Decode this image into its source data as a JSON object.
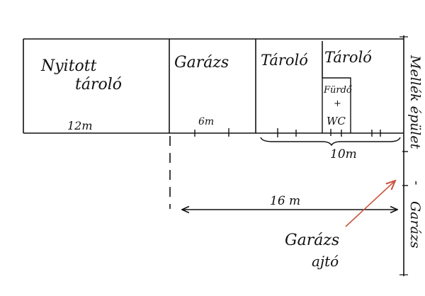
{
  "colors": {
    "ink": "#111111",
    "arrow": "#c8553d",
    "paper": "#ffffff"
  },
  "rooms": {
    "open_storage": {
      "line1": "Nyitott",
      "line2": "tároló",
      "width": "12m"
    },
    "garage": {
      "label": "Garázs",
      "width": "6m"
    },
    "storage_left": {
      "label": "Tároló"
    },
    "storage_right": {
      "label": "Tároló"
    },
    "bathroom": {
      "line1": "Fürdő",
      "line2": "+",
      "line3": "WC"
    }
  },
  "dimensions": {
    "storage_span": "10m",
    "opening": "16 m"
  },
  "annotations": {
    "side_building": "Mellék épület",
    "dash": "-",
    "side_garage": "Garázs",
    "door_line1": "Garázs",
    "door_line2": "ajtó"
  }
}
